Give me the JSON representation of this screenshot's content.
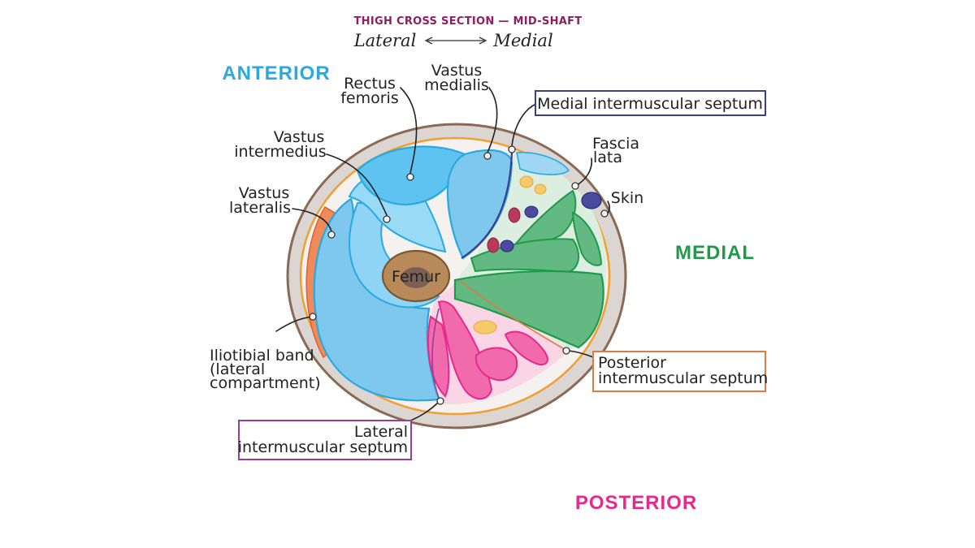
{
  "title": {
    "main": "THIGH CROSS SECTION — MID-SHAFT",
    "lateral": "Lateral",
    "medial": "Medial"
  },
  "directions": {
    "anterior": "ANTERIOR",
    "medial": "MEDIAL",
    "posterior": "POSTERIOR"
  },
  "labels": {
    "rectus_femoris": [
      "Rectus",
      "femoris"
    ],
    "vastus_medialis": [
      "Vastus",
      "medialis"
    ],
    "vastus_intermedius": [
      "Vastus",
      "intermedius"
    ],
    "vastus_lateralis": [
      "Vastus",
      "lateralis"
    ],
    "femur": "Femur",
    "medial_septum": "Medial intermuscular septum",
    "fascia_lata": [
      "Fascia",
      "lata"
    ],
    "skin": "Skin",
    "posterior_septum": [
      "Posterior",
      "intermuscular septum"
    ],
    "iliotibial_band": [
      "Iliotibial band",
      "(lateral",
      "compartment)"
    ],
    "lateral_septum": [
      "Lateral",
      "intermuscular septum"
    ]
  },
  "colors": {
    "title": "#8e1f5e",
    "anterior": "#29a9e0",
    "medial": "#1f9a4a",
    "posterior": "#e8288a",
    "anterior_muscle": "#7ec8ee",
    "medial_muscle": "#63b982",
    "posterior_muscle": "#f06aac",
    "skin_ring": "#dcd6d2",
    "skin_stroke": "#8a6a55",
    "fascia": "#f0a030",
    "femur": "#b88a5a",
    "box_medial": "#3b3f8f",
    "box_posterior": "#e07a40",
    "box_lateral": "#9a3d9a"
  }
}
